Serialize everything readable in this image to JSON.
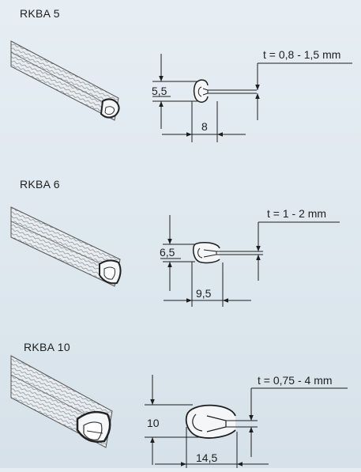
{
  "products": [
    {
      "name": "RKBA 5",
      "thickness": "t = 0,8 - 1,5 mm",
      "height": "5,5",
      "width": "8"
    },
    {
      "name": "RKBA 6",
      "thickness": "t = 1 - 2 mm",
      "height": "6,5",
      "width": "9,5"
    },
    {
      "name": "RKBA 10",
      "thickness": "t = 0,75 - 4 mm",
      "height": "10",
      "width": "14,5"
    }
  ],
  "colors": {
    "background": "#e1eaf0",
    "line": "#1e1e1e",
    "profile_fill": "#f4f6f8"
  }
}
